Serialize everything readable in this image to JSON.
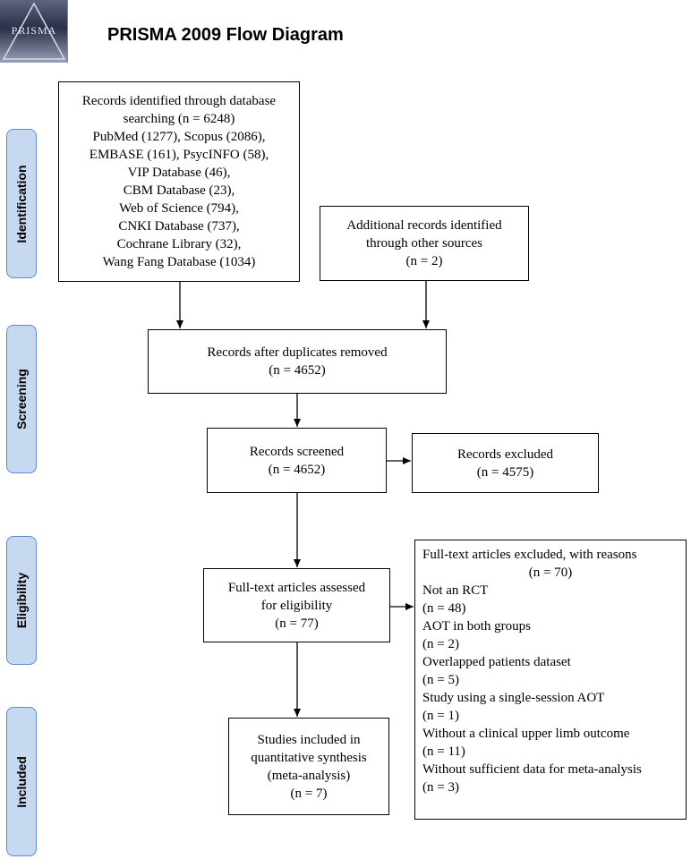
{
  "logo": {
    "text": "PRISMA"
  },
  "title": "PRISMA 2009 Flow Diagram",
  "stages": {
    "identification": "Identification",
    "screening": "Screening",
    "eligibility": "Eligibility",
    "included": "Included"
  },
  "boxes": {
    "database_records": [
      "Records identified through database",
      "searching (n = 6248)",
      "PubMed (1277), Scopus (2086),",
      "EMBASE (161), PsycINFO (58),",
      "VIP Database (46),",
      "CBM Database (23),",
      "Web of Science (794),",
      "CNKI Database (737),",
      "Cochrane Library (32),",
      "Wang Fang Database (1034)"
    ],
    "additional_records": [
      "Additional records identified",
      "through other sources",
      "(n = 2)"
    ],
    "after_duplicates": [
      "Records after duplicates removed",
      "(n = 4652)"
    ],
    "records_screened": [
      "Records screened",
      "(n = 4652)"
    ],
    "records_excluded": [
      "Records excluded",
      "(n = 4575)"
    ],
    "fulltext_assessed": [
      "Full-text articles assessed",
      "for eligibility",
      "(n = 77)"
    ],
    "fulltext_excluded": {
      "header": "Full-text articles excluded, with reasons",
      "header_n": "(n = 70)",
      "reasons": [
        "Not an RCT",
        "(n = 48)",
        "AOT in both groups",
        "(n = 2)",
        "Overlapped patients dataset",
        "(n = 5)",
        "Study using a single-session AOT",
        "(n = 1)",
        "Without a clinical upper limb outcome",
        "(n = 11)",
        "Without sufficient data for meta-analysis",
        "(n = 3)"
      ]
    },
    "studies_included": [
      "Studies included in",
      "quantitative synthesis",
      "(meta-analysis)",
      "(n = 7)"
    ]
  }
}
